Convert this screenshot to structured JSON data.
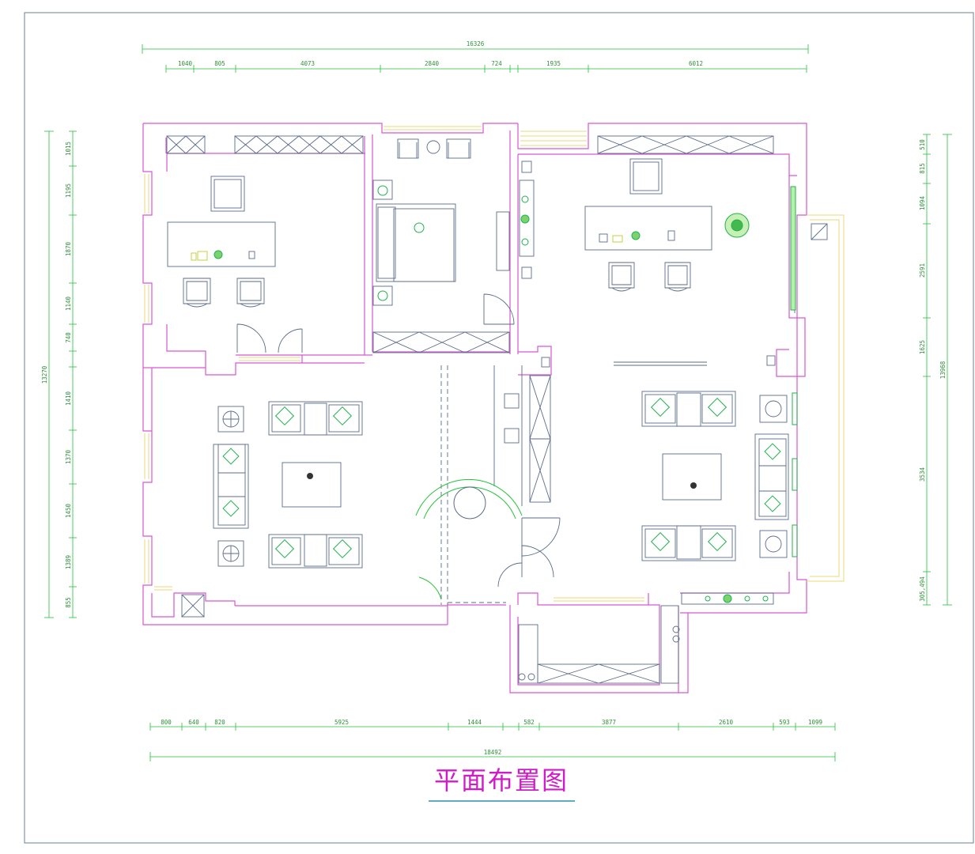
{
  "title": "平面布置图",
  "colors": {
    "wall": "#d757d0",
    "furniture": "#5b6b8a",
    "dimension": "#22c138",
    "window": "#e8d87a",
    "plant": "#1fb24a",
    "title": "#d21bc8"
  },
  "dimensions": {
    "top_total": "16326",
    "top": [
      "1040",
      "805",
      "4073",
      "2840",
      "724",
      "1935",
      "6012"
    ],
    "bottom": [
      "800",
      "640",
      "820",
      "5925",
      "1444",
      "582",
      "3877",
      "2610",
      "593",
      "1099"
    ],
    "bottom_total": "18492",
    "left_total": "13270",
    "left": [
      "1015",
      "1195",
      "1870",
      "1140",
      "740",
      "1410",
      "1370",
      "1450",
      "1389",
      "855"
    ],
    "right": [
      "510",
      "815",
      "1094",
      "2591",
      "1625",
      "3534",
      "305,494"
    ],
    "right_total": "13968"
  }
}
